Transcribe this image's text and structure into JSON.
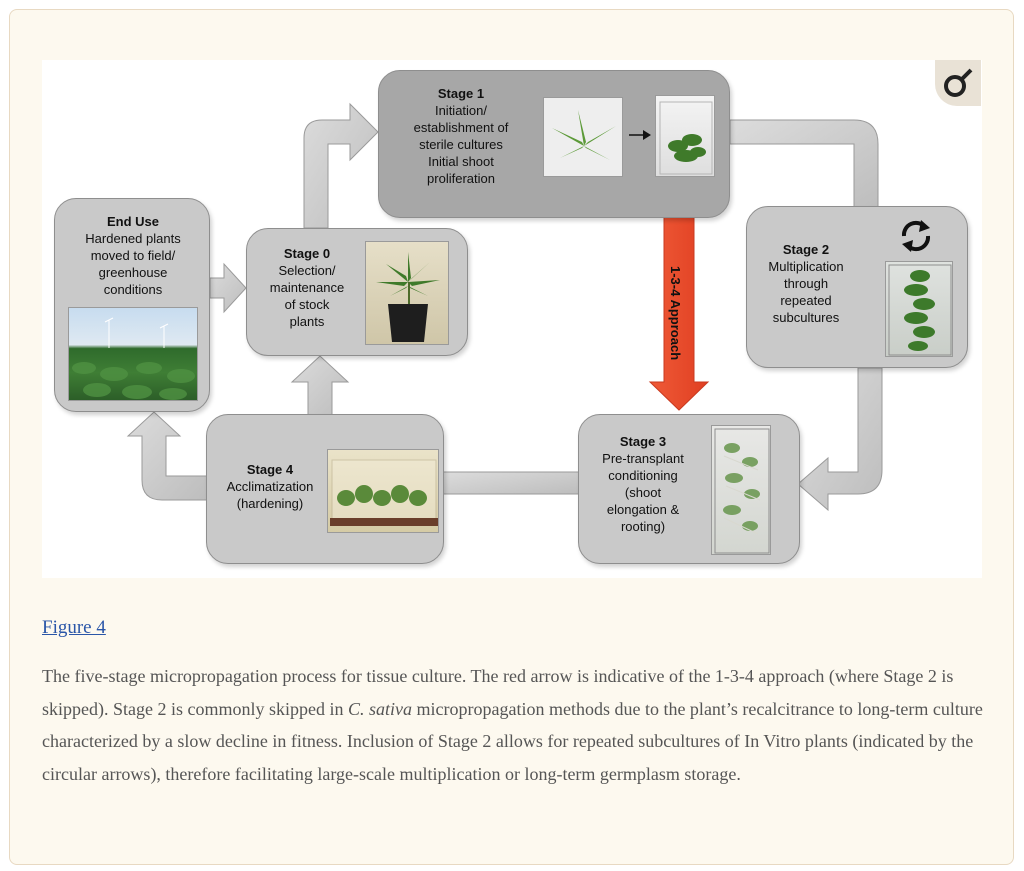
{
  "figure": {
    "link_label": "Figure 4",
    "stages": {
      "end_use": {
        "title": "End Use",
        "lines": [
          "Hardened plants",
          "moved to field/",
          "greenhouse",
          "conditions"
        ]
      },
      "stage0": {
        "title": "Stage 0",
        "lines": [
          "Selection/",
          "maintenance",
          "of stock",
          "plants"
        ]
      },
      "stage1": {
        "title": "Stage 1",
        "lines": [
          "Initiation/",
          "establishment of",
          "sterile cultures",
          "Initial shoot",
          "proliferation"
        ]
      },
      "stage2": {
        "title": "Stage 2",
        "lines": [
          "Multiplication",
          "through",
          "repeated",
          "subcultures"
        ]
      },
      "stage3": {
        "title": "Stage 3",
        "lines": [
          "Pre-transplant",
          "conditioning",
          "(shoot",
          "elongation &",
          "rooting)"
        ]
      },
      "stage4": {
        "title": "Stage 4",
        "lines": [
          "Acclimatization",
          "(hardening)"
        ]
      }
    },
    "approach_label": "1-3-4 Approach",
    "icons": [
      "cycle-arrows-icon",
      "corner-logo-icon"
    ],
    "colors": {
      "box_fill": "#c9c9c9",
      "box_dark_fill": "#a7a7a7",
      "arrow_gray": "#cfcfcf",
      "approach_red": "#e84a2c",
      "link_blue": "#2a56a8"
    }
  },
  "caption": {
    "part1": "The five-stage micropropagation process for tissue culture. The red arrow is indicative of the 1-3-4 approach (where Stage 2 is skipped). Stage 2 is commonly skipped in ",
    "italic": "C. sativa",
    "part2": " micropropagation methods due to the plant’s recalcitrance to long-term culture characterized by a slow decline in fitness. Inclusion of Stage 2 allows for repeated subcultures of In Vitro plants (indicated by the circular arrows), therefore facilitating large-scale multiplication or long-term germplasm storage."
  }
}
